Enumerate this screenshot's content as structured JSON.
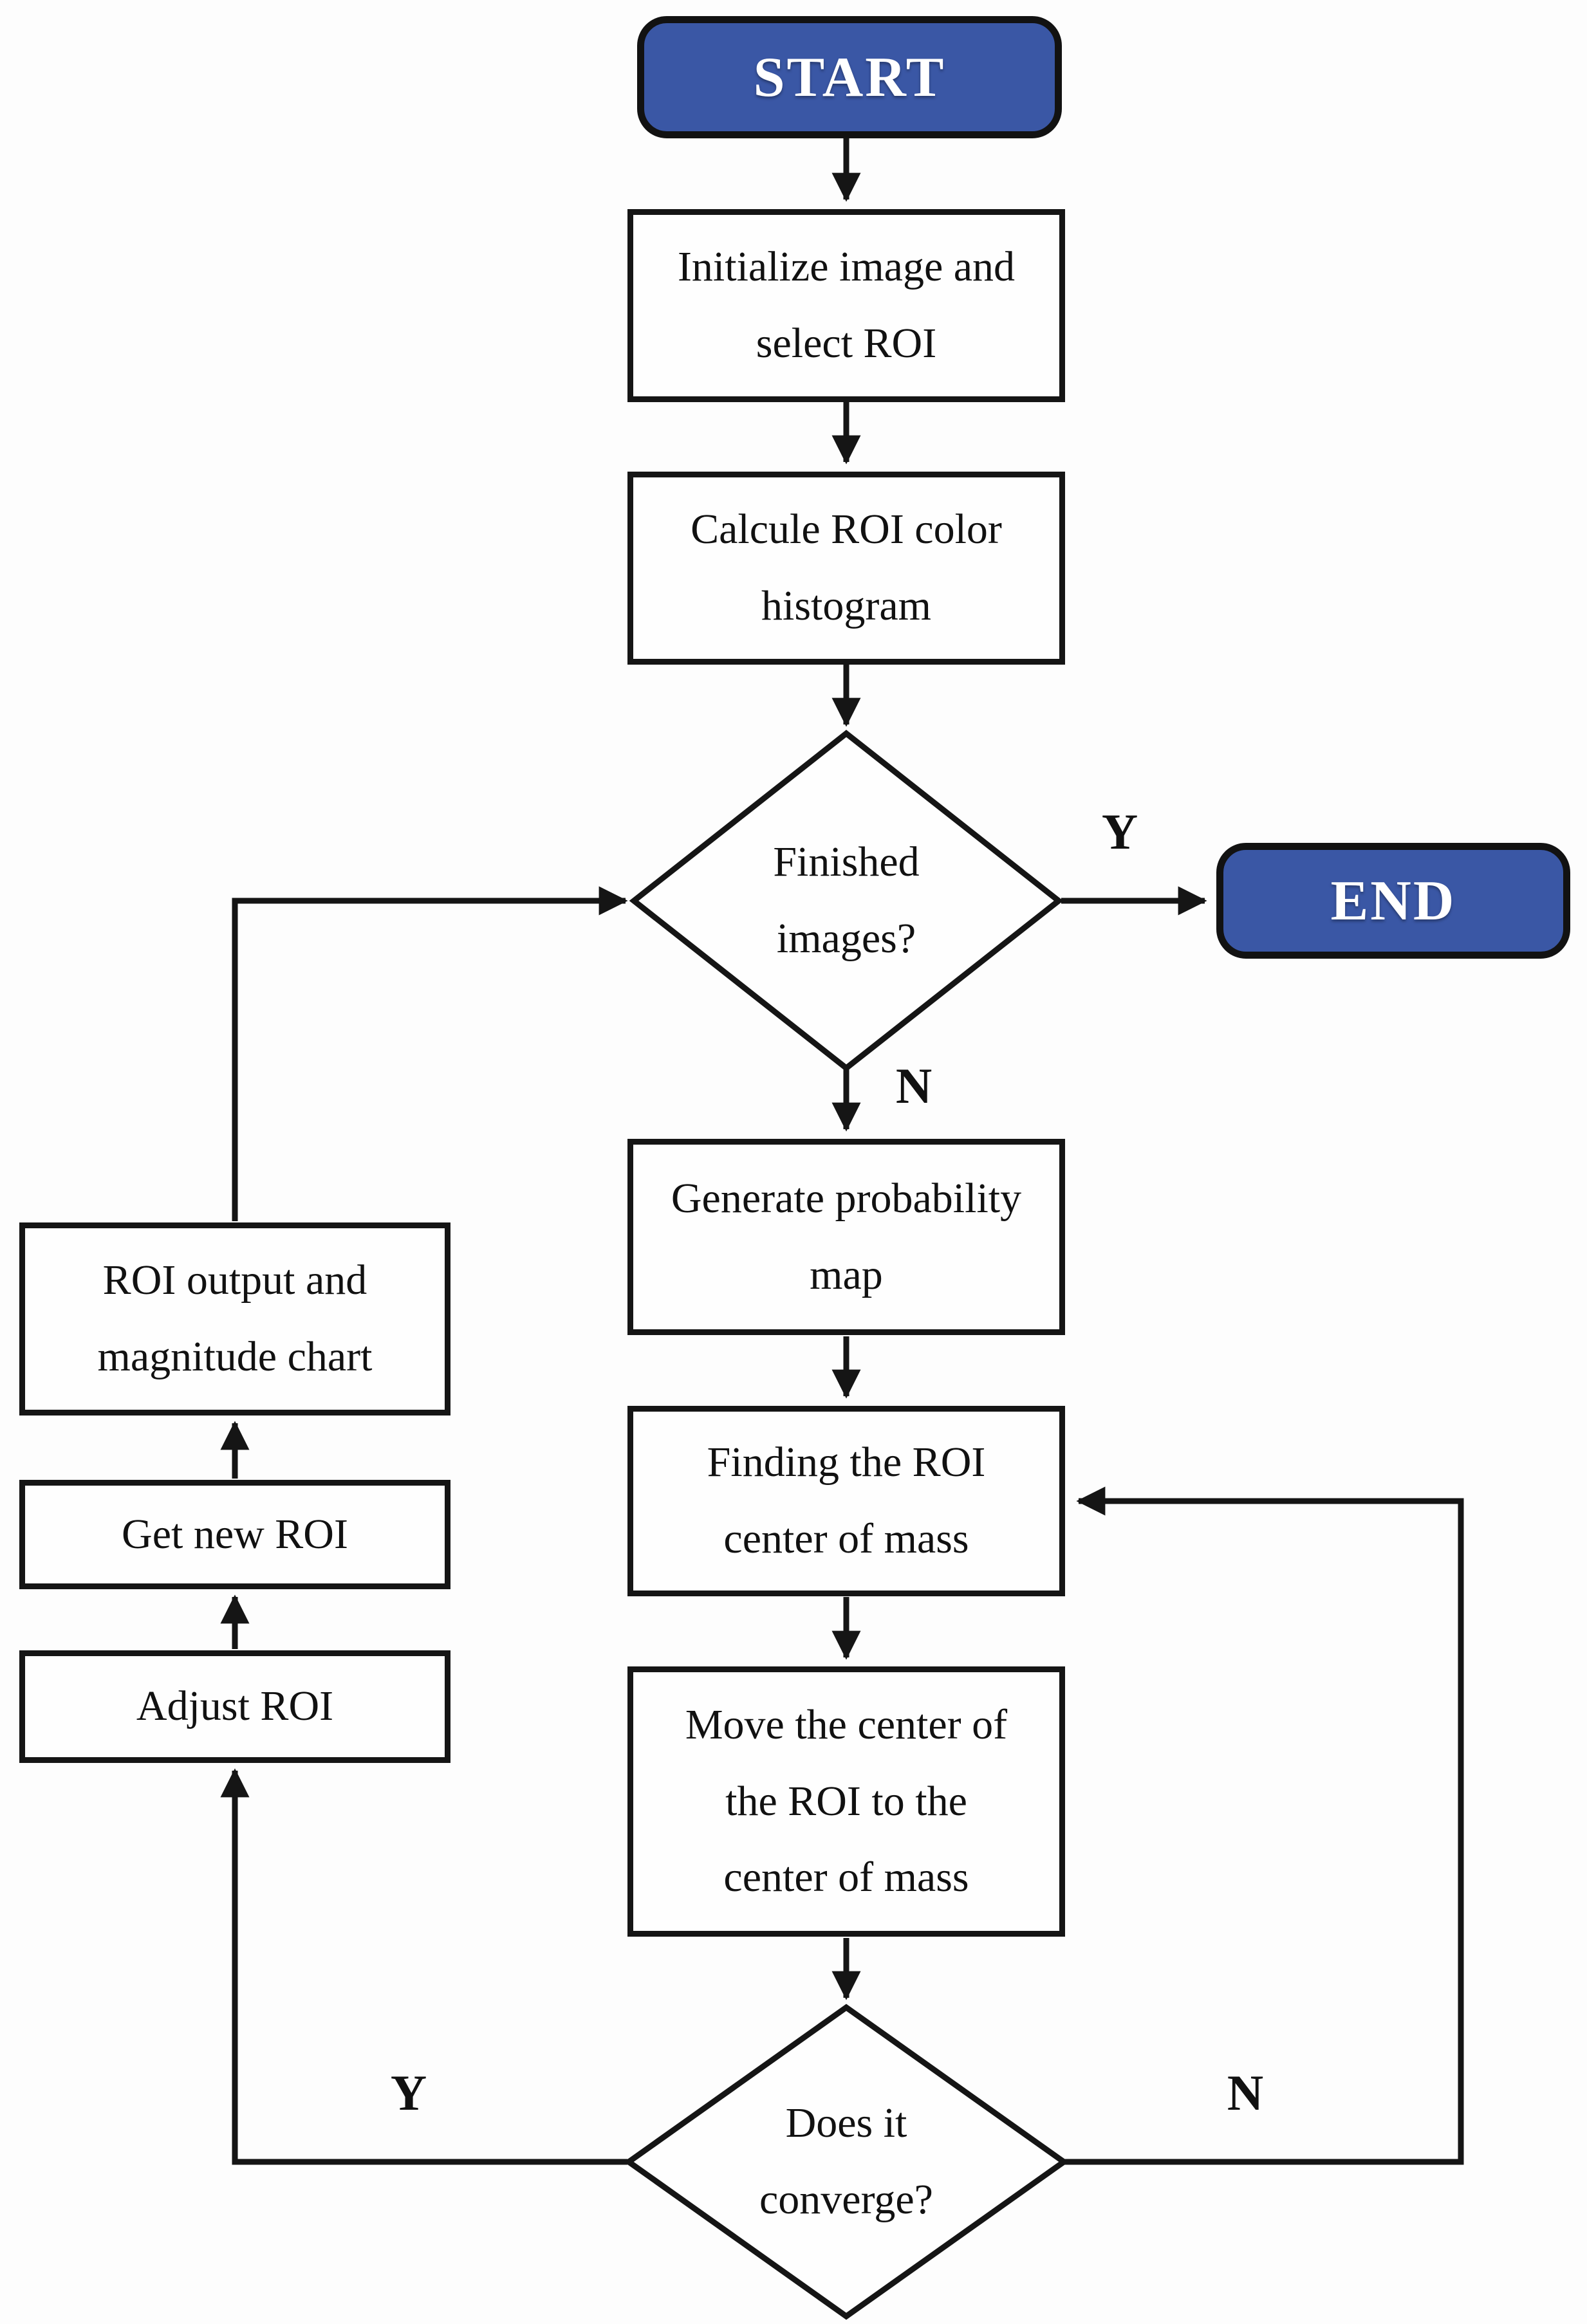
{
  "colors": {
    "terminal_fill": "#3a57a5",
    "terminal_text": "#ffffff",
    "node_border": "#151515",
    "node_fill": "#fefefe",
    "line_color": "#151515",
    "background": "#fdfdfd"
  },
  "nodes": {
    "start": {
      "label": "START"
    },
    "initialize": {
      "lines": [
        "Initialize image and",
        "select ROI"
      ]
    },
    "calc_histogram": {
      "lines": [
        "Calcule ROI color",
        "histogram"
      ]
    },
    "finished_images": {
      "lines": [
        "Finished",
        "images?"
      ]
    },
    "end": {
      "label": "END"
    },
    "generate_map": {
      "lines": [
        "Generate probability",
        "map"
      ]
    },
    "finding_com": {
      "lines": [
        "Finding the ROI",
        "center of mass"
      ]
    },
    "move_center": {
      "lines": [
        "Move the center of",
        "the ROI to the",
        "center of mass"
      ]
    },
    "does_converge": {
      "lines": [
        "Does it",
        "converge?"
      ]
    },
    "roi_output": {
      "lines": [
        "ROI output and",
        "magnitude chart"
      ]
    },
    "get_new_roi": {
      "lines": [
        "Get new ROI"
      ]
    },
    "adjust_roi": {
      "lines": [
        "Adjust ROI"
      ]
    }
  },
  "edge_labels": {
    "finished_yes": "Y",
    "finished_no": "N",
    "converge_yes": "Y",
    "converge_no": "N"
  }
}
